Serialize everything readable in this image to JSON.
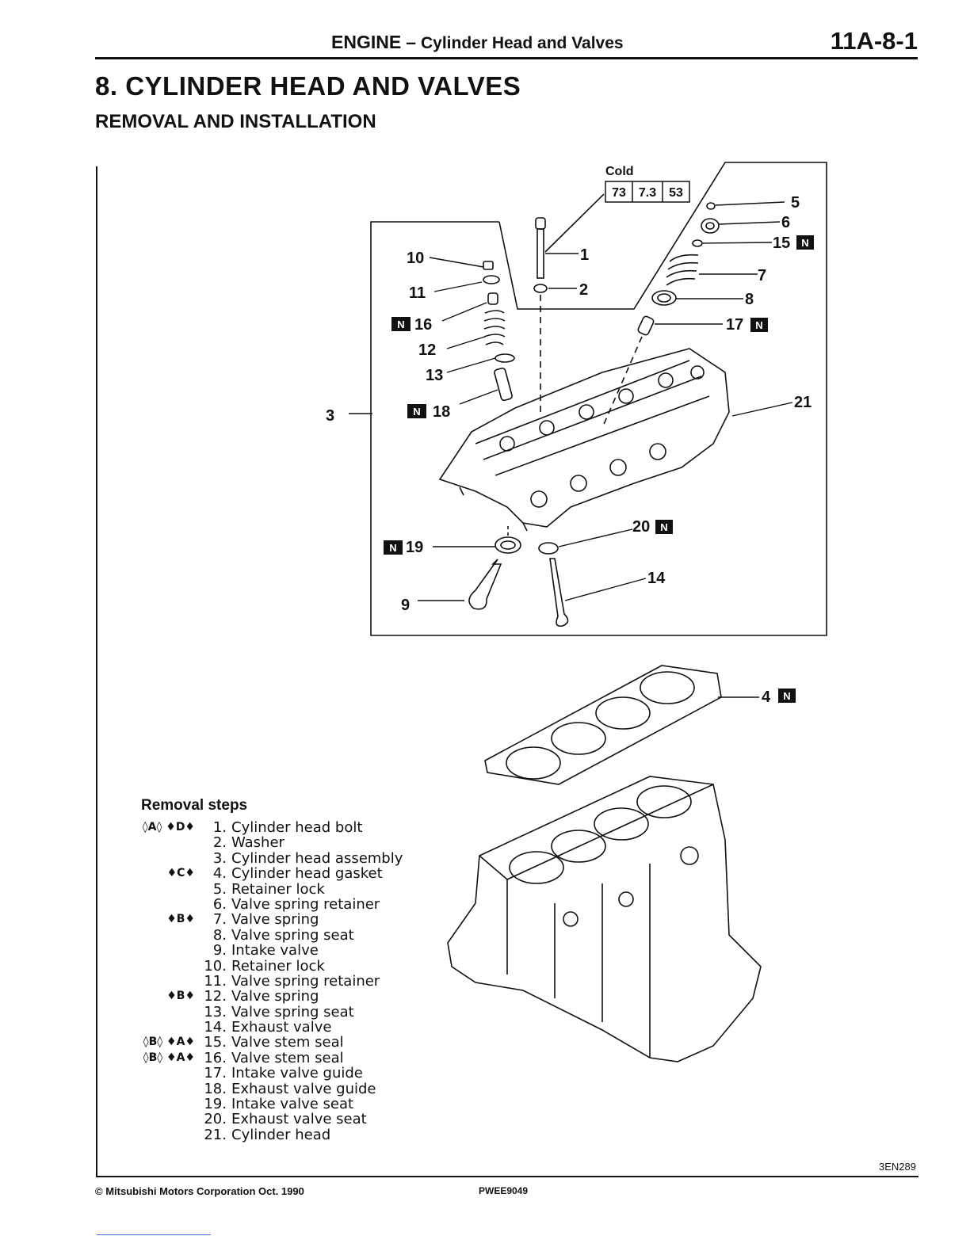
{
  "header": {
    "section": "ENGINE",
    "dash": "–",
    "subsection": "Cylinder Head and Valves",
    "page_number": "11A-8-1"
  },
  "title": "8. CYLINDER HEAD AND VALVES",
  "subtitle": "REMOVAL AND INSTALLATION",
  "torque": {
    "label": "Cold",
    "values": [
      "73",
      "7.3",
      "53"
    ]
  },
  "callouts": [
    {
      "id": "c1",
      "text": "1"
    },
    {
      "id": "c2",
      "text": "2"
    },
    {
      "id": "c3",
      "text": "3"
    },
    {
      "id": "c4",
      "text": "4"
    },
    {
      "id": "c5",
      "text": "5"
    },
    {
      "id": "c6",
      "text": "6"
    },
    {
      "id": "c7",
      "text": "7"
    },
    {
      "id": "c8",
      "text": "8"
    },
    {
      "id": "c9",
      "text": "9"
    },
    {
      "id": "c10",
      "text": "10"
    },
    {
      "id": "c11",
      "text": "11"
    },
    {
      "id": "c12",
      "text": "12"
    },
    {
      "id": "c13",
      "text": "13"
    },
    {
      "id": "c14",
      "text": "14"
    },
    {
      "id": "c15",
      "text": "15"
    },
    {
      "id": "c16",
      "text": "16"
    },
    {
      "id": "c17",
      "text": "17"
    },
    {
      "id": "c18",
      "text": "18"
    },
    {
      "id": "c19",
      "text": "19"
    },
    {
      "id": "c20",
      "text": "20"
    },
    {
      "id": "c21",
      "text": "21"
    }
  ],
  "new_part_badge": "N",
  "removal": {
    "title": "Removal steps",
    "steps": [
      {
        "mark": "◊A◊ ♦D♦",
        "num": "1.",
        "text": "Cylinder head bolt"
      },
      {
        "mark": "",
        "num": "2.",
        "text": "Washer"
      },
      {
        "mark": "",
        "num": "3.",
        "text": "Cylinder head assembly"
      },
      {
        "mark": "♦C♦",
        "num": "4.",
        "text": "Cylinder head gasket"
      },
      {
        "mark": "",
        "num": "5.",
        "text": "Retainer lock"
      },
      {
        "mark": "",
        "num": "6.",
        "text": "Valve spring retainer"
      },
      {
        "mark": "♦B♦",
        "num": "7.",
        "text": "Valve spring"
      },
      {
        "mark": "",
        "num": "8.",
        "text": "Valve spring seat"
      },
      {
        "mark": "",
        "num": "9.",
        "text": "Intake valve"
      },
      {
        "mark": "",
        "num": "10.",
        "text": "Retainer lock"
      },
      {
        "mark": "",
        "num": "11.",
        "text": "Valve spring retainer"
      },
      {
        "mark": "♦B♦",
        "num": "12.",
        "text": "Valve spring"
      },
      {
        "mark": "",
        "num": "13.",
        "text": "Valve spring seat"
      },
      {
        "mark": "",
        "num": "14.",
        "text": "Exhaust valve"
      },
      {
        "mark": "◊B◊ ♦A♦",
        "num": "15.",
        "text": "Valve stem seal"
      },
      {
        "mark": "◊B◊ ♦A♦",
        "num": "16.",
        "text": "Valve stem seal"
      },
      {
        "mark": "",
        "num": "17.",
        "text": "Intake valve guide"
      },
      {
        "mark": "",
        "num": "18.",
        "text": "Exhaust valve guide"
      },
      {
        "mark": "",
        "num": "19.",
        "text": "Intake valve seat"
      },
      {
        "mark": "",
        "num": "20.",
        "text": "Exhaust valve seat"
      },
      {
        "mark": "",
        "num": "21.",
        "text": "Cylinder head"
      }
    ]
  },
  "figure_code": "3EN289",
  "footer": {
    "copyright": "© Mitsubishi Motors Corporation  Oct. 1990",
    "publication": "PWEE9049"
  }
}
